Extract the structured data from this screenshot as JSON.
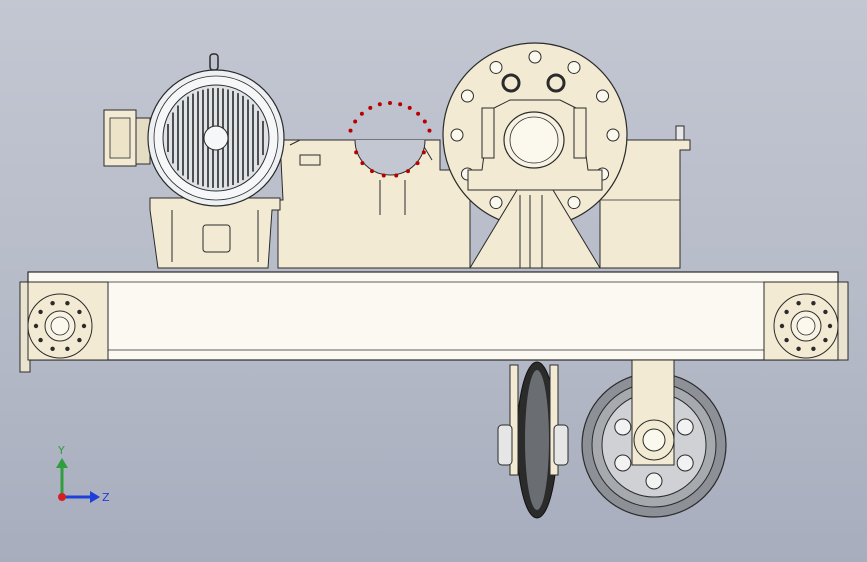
{
  "viewport": {
    "background_top": "#c3c7d2",
    "background_bottom": "#a7adbd"
  },
  "model": {
    "body_color": "#f2ead3",
    "edge_color": "#2b2b2b",
    "wheel_color": "#8d9096",
    "components": [
      "electric-motor",
      "gearbox",
      "brake-drum",
      "pillow-block-bearing",
      "main-beam",
      "end-wheel-left",
      "end-wheel-right",
      "rope-sheave",
      "travel-wheel"
    ]
  },
  "triad": {
    "y_label": "Y",
    "z_label": "Z",
    "y_color": "#2e9e3e",
    "z_color": "#1e3fd8",
    "origin_color": "#d42020"
  }
}
